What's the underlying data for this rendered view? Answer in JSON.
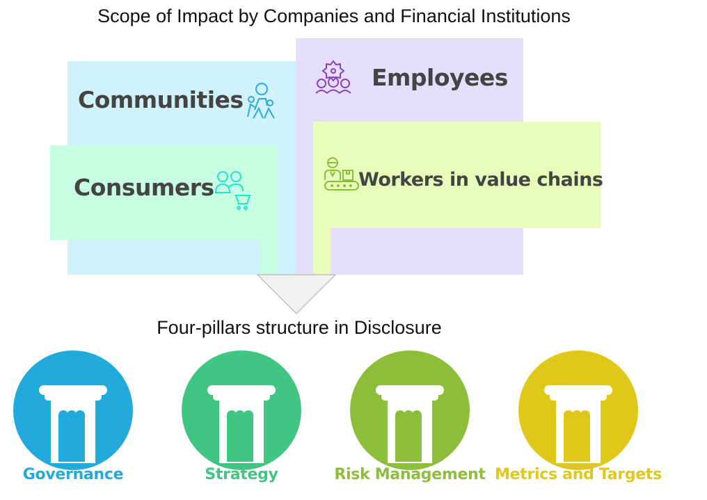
{
  "title": "Scope of Impact by Companies and Financial Institutions",
  "scope": {
    "communities": {
      "label": "Communities",
      "icon": "community-icon",
      "bg": "#CFF2FD",
      "icon_color": "#2BA9DF"
    },
    "employees": {
      "label": "Employees",
      "icon": "employees-gear-icon",
      "bg": "#E5DFFD",
      "icon_color": "#8A3FC0"
    },
    "consumers": {
      "label": "Consumers",
      "icon": "consumers-cart-icon",
      "bg": "#C6FDE3",
      "icon_color": "#1EE6C8"
    },
    "workers": {
      "label": "Workers in value chains",
      "icon": "worker-conveyor-icon",
      "bg": "#E8FDB9",
      "icon_color": "#8DBE3B"
    }
  },
  "subtitle": "Four-pillars structure in Disclosure",
  "pillars": [
    {
      "label": "Governance",
      "color": "#22AADC"
    },
    {
      "label": "Strategy",
      "color": "#41C582"
    },
    {
      "label": "Risk Management",
      "color": "#8DBE3B"
    },
    {
      "label": "Metrics and Targets",
      "color": "#E0C81A"
    }
  ]
}
